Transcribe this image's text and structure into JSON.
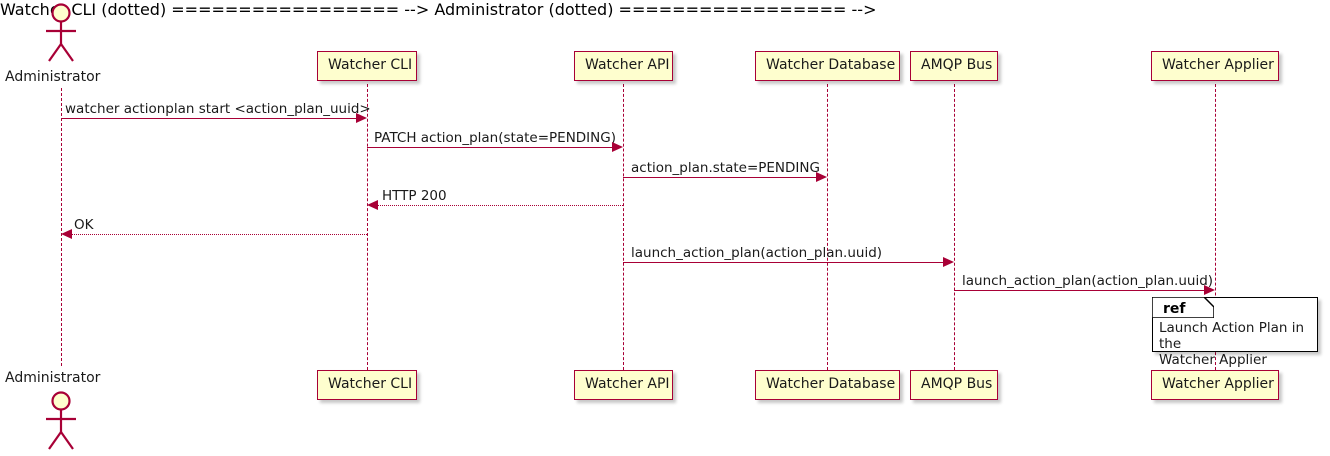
{
  "diagram": {
    "type": "sequence-diagram",
    "title": "",
    "colors": {
      "participant_fill": "#FEFECE",
      "participant_border": "#A80036",
      "arrow": "#A80036",
      "text": "#1A1A1A",
      "ref_border": "#000000",
      "ref_fill": "#FFFFFF",
      "background": "#FFFFFF"
    }
  },
  "actors": [
    {
      "name": "Administrator",
      "label": "Administrator"
    }
  ],
  "participants": [
    {
      "id": "cli",
      "label": "Watcher CLI"
    },
    {
      "id": "api",
      "label": "Watcher API"
    },
    {
      "id": "db",
      "label": "Watcher Database"
    },
    {
      "id": "amqp",
      "label": "AMQP Bus"
    },
    {
      "id": "applier",
      "label": "Watcher Applier"
    }
  ],
  "messages": [
    {
      "index": 1,
      "from": "Administrator",
      "to": "cli",
      "label": "watcher actionplan start <action_plan_uuid>",
      "style": "solid",
      "direction": "right"
    },
    {
      "index": 2,
      "from": "cli",
      "to": "api",
      "label": "PATCH action_plan(state=PENDING)",
      "style": "solid",
      "direction": "right"
    },
    {
      "index": 3,
      "from": "api",
      "to": "db",
      "label": "action_plan.state=PENDING",
      "style": "solid",
      "direction": "right"
    },
    {
      "index": 4,
      "from": "api",
      "to": "cli",
      "label": "HTTP 200",
      "style": "dotted",
      "direction": "left"
    },
    {
      "index": 5,
      "from": "cli",
      "to": "Administrator",
      "label": "OK",
      "style": "dotted",
      "direction": "left"
    },
    {
      "index": 6,
      "from": "api",
      "to": "amqp",
      "label": "launch_action_plan(action_plan.uuid)",
      "style": "solid",
      "direction": "right"
    },
    {
      "index": 7,
      "from": "amqp",
      "to": "applier",
      "label": "launch_action_plan(action_plan.uuid)",
      "style": "solid",
      "direction": "right"
    }
  ],
  "ref_fragment": {
    "keyword": "ref",
    "text": "Launch Action Plan in the\nWatcher Applier"
  }
}
